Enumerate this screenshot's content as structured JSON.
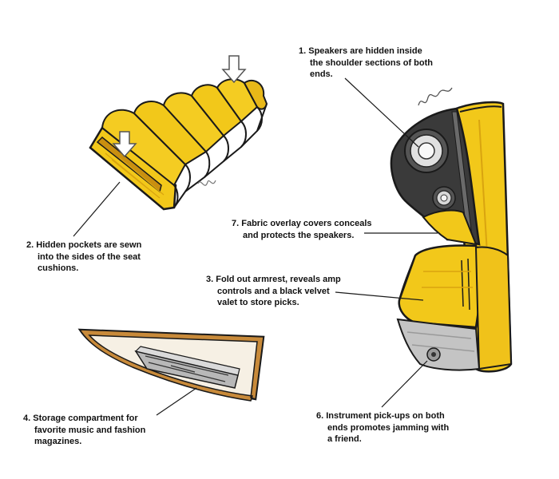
{
  "colors": {
    "cushion": "#f2c81a",
    "cushion_shade": "#e2a915",
    "outline": "#1a1a1a",
    "speaker_panel": "#3c3c3c",
    "wood": "#c88a3a",
    "metal": "#c8c8c8"
  },
  "callouts": [
    {
      "number": "1.",
      "lines": [
        "Speakers are hidden inside",
        "the shoulder sections of both",
        "ends."
      ]
    },
    {
      "number": "2.",
      "lines": [
        "Hidden pockets are sewn",
        "into the sides of the seat",
        "cushions."
      ]
    },
    {
      "number": "3.",
      "lines": [
        "Fold out armrest, reveals amp",
        "controls and a black velvet",
        "valet to store picks."
      ]
    },
    {
      "number": "4.",
      "lines": [
        "Storage compartment for",
        "favorite music and fashion",
        "magazines."
      ]
    },
    {
      "number": "6.",
      "lines": [
        "Instrument pick-ups on both",
        "ends promotes jamming with",
        "a friend."
      ]
    },
    {
      "number": "7.",
      "lines": [
        "Fabric overlay covers conceals",
        "and protects the speakers."
      ]
    }
  ],
  "sketches": {
    "cushion": {
      "icon": "seat-cushion-sketch"
    },
    "sofa_end": {
      "icon": "sofa-end-sketch"
    },
    "storage": {
      "icon": "storage-compartment-sketch"
    }
  }
}
